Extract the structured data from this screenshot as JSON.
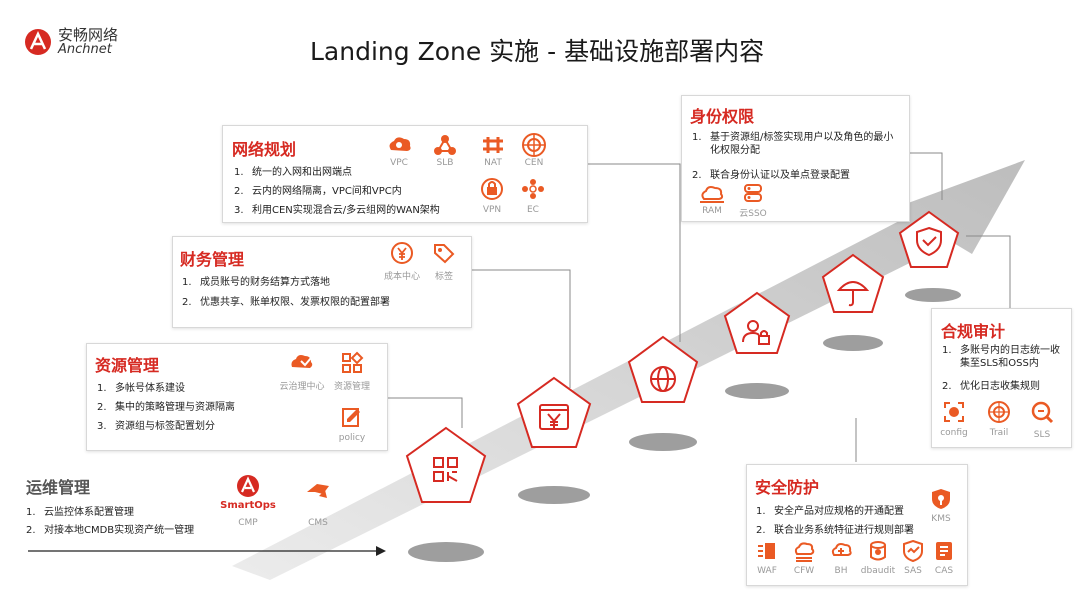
{
  "logo": {
    "cn": "安畅网络",
    "en": "Anchnet"
  },
  "title": "Landing Zone 实施 - 基础设施部署内容",
  "colors": {
    "accent": "#d62a22",
    "arrow": "#c9c9c9",
    "text": "#222222"
  },
  "network": {
    "title": "网络规划",
    "items": [
      "统一的入网和出网端点",
      "云内的网络隔离，VPC间和VPC内",
      "利用CEN实现混合云/多云组网的WAN架构"
    ],
    "icons": [
      "VPC",
      "SLB",
      "NAT",
      "CEN",
      "VPN",
      "EC"
    ]
  },
  "finance": {
    "title": "财务管理",
    "items": [
      "成员账号的财务结算方式落地",
      "优惠共享、账单权限、发票权限的配置部署"
    ],
    "icons": [
      "成本中心",
      "标签"
    ]
  },
  "resource": {
    "title": "资源管理",
    "items": [
      "多帐号体系建设",
      "集中的策略管理与资源隔离",
      "资源组与标签配置划分"
    ],
    "icons": [
      "云治理中心",
      "资源管理",
      "policy"
    ]
  },
  "ops": {
    "title": "运维管理",
    "items": [
      "云监控体系配置管理",
      "对接本地CMDB实现资产统一管理"
    ],
    "smartops": "SmartOps",
    "icons": [
      "CMP",
      "CMS"
    ]
  },
  "identity": {
    "title": "身份权限",
    "items": [
      "基于资源组/标签实现用户以及角色的最小化权限分配",
      "联合身份认证以及单点登录配置"
    ],
    "icons": [
      "RAM",
      "云SSO"
    ]
  },
  "compliance": {
    "title": "合规审计",
    "items": [
      "多账号内的日志统一收集至SLS和OSS内",
      "优化日志收集规则"
    ],
    "icons": [
      "config",
      "Trail",
      "SLS"
    ]
  },
  "security": {
    "title": "安全防护",
    "items": [
      "安全产品对应规格的开通配置",
      "联合业务系统特征进行规则部署"
    ],
    "icons": [
      "KMS",
      "WAF",
      "CFW",
      "BH",
      "dbaudit",
      "SAS",
      "CAS"
    ]
  }
}
